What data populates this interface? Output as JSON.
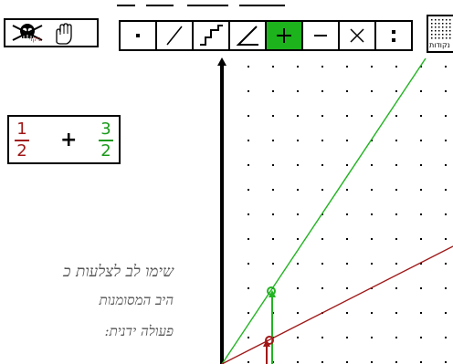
{
  "toolbar_left": {
    "label": "ניקוי",
    "icons": [
      "skull-icon",
      "hand-icon"
    ]
  },
  "toolbar_main": {
    "tools": [
      {
        "name": "point-tool",
        "icon": "dot-icon"
      },
      {
        "name": "line-tool",
        "icon": "slash-icon"
      },
      {
        "name": "step-tool",
        "icon": "steps-icon"
      },
      {
        "name": "angle-tool",
        "icon": "angle-icon"
      },
      {
        "name": "add-tool",
        "icon": "plus-icon",
        "active": true
      },
      {
        "name": "subtract-tool",
        "icon": "minus-icon"
      },
      {
        "name": "multiply-tool",
        "icon": "times-icon"
      },
      {
        "name": "divide-tool",
        "icon": "divide-icon"
      }
    ]
  },
  "grid_button": {
    "label": "נקודות"
  },
  "expression": {
    "fraction1": {
      "num": "1",
      "den": "2",
      "color": "#a01818"
    },
    "operator": "+",
    "fraction2": {
      "num": "3",
      "den": "2",
      "color": "#1a9a1a"
    }
  },
  "hint": {
    "line1": "שימו לב לצלעות כ",
    "line2": "היב המסומנות",
    "line3": "פעולה ידנית:"
  },
  "colors": {
    "green": "#22b422",
    "red": "#a01818",
    "active": "#1db31d"
  }
}
